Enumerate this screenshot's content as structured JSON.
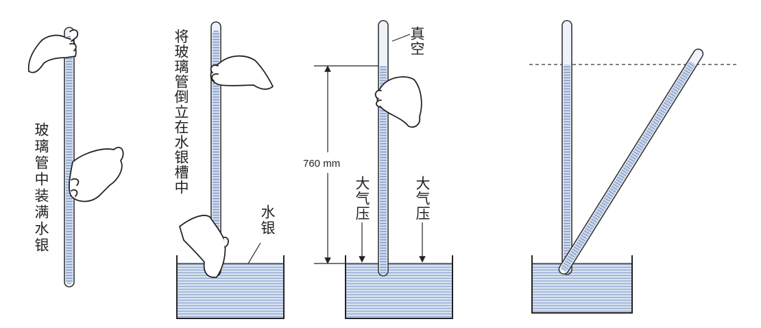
{
  "panel1": {
    "caption": "玻璃管中装满水银"
  },
  "panel2": {
    "caption": "将玻璃管倒立在水银槽中",
    "mercury_label": "水银"
  },
  "panel3": {
    "vacuum_label": "真空",
    "height_label": "760 mm",
    "pressure_label_left": "大气压",
    "pressure_label_right": "大气压"
  },
  "colors": {
    "mercury": "#c6d4ea",
    "mercury_lines": "#6f86b8",
    "outline": "#222222"
  }
}
